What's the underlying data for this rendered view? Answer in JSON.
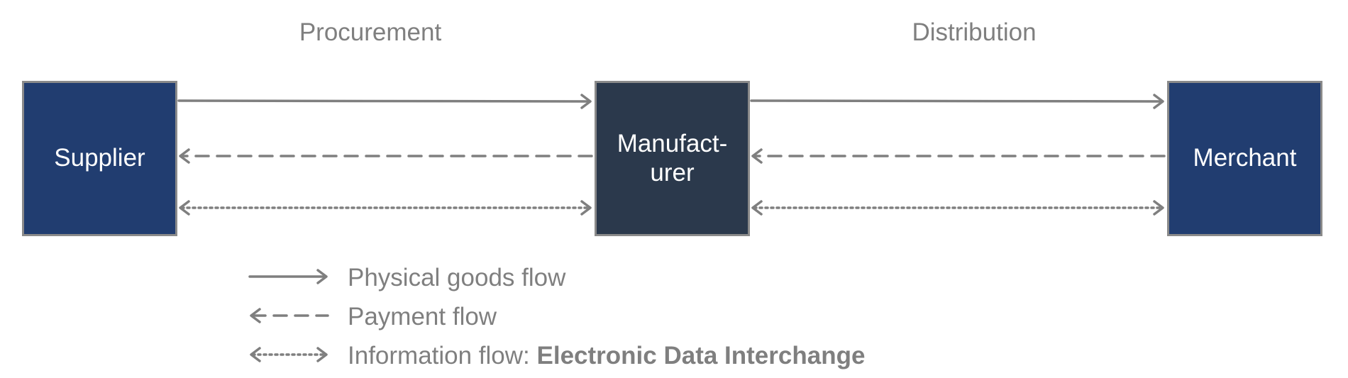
{
  "diagram": {
    "sections": {
      "procurement": "Procurement",
      "distribution": "Distribution"
    },
    "nodes": {
      "supplier": "Supplier",
      "manufacturer_line1": "Manufact-",
      "manufacturer_line2": "urer",
      "merchant": "Merchant"
    },
    "legend": {
      "physical": "Physical goods flow",
      "payment": "Payment flow",
      "information_prefix": "Information flow: ",
      "information_emphasis": "Electronic Data Interchange"
    },
    "colors": {
      "supplier": "#213d70",
      "manufacturer": "#2b394c",
      "merchant": "#213d70",
      "lines": "#7f7f7f"
    }
  }
}
